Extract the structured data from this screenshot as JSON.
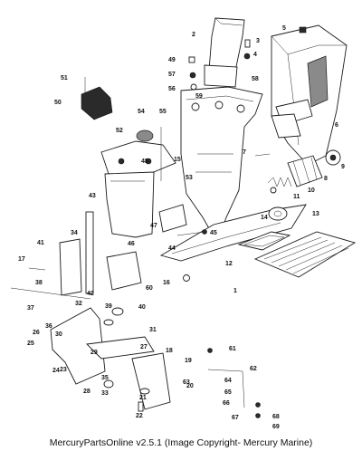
{
  "diagram": {
    "callouts": [
      "1",
      "2",
      "3",
      "4",
      "5",
      "6",
      "7",
      "8",
      "9",
      "10",
      "11",
      "12",
      "13",
      "14",
      "15",
      "16",
      "17",
      "18",
      "19",
      "20",
      "21",
      "22",
      "23",
      "24",
      "25",
      "26",
      "27",
      "28",
      "29",
      "30",
      "31",
      "32",
      "33",
      "34",
      "35",
      "36",
      "37",
      "38",
      "39",
      "40",
      "41",
      "42",
      "43",
      "44",
      "45",
      "46",
      "47",
      "48",
      "49",
      "50",
      "51",
      "52",
      "53",
      "54",
      "55",
      "56",
      "57",
      "58",
      "59",
      "60",
      "61",
      "62",
      "63",
      "64",
      "65",
      "66",
      "67",
      "68",
      "69"
    ]
  },
  "footer": {
    "text": "MercuryPartsOnline v2.5.1 (Image Copyright- Mercury Marine)"
  }
}
